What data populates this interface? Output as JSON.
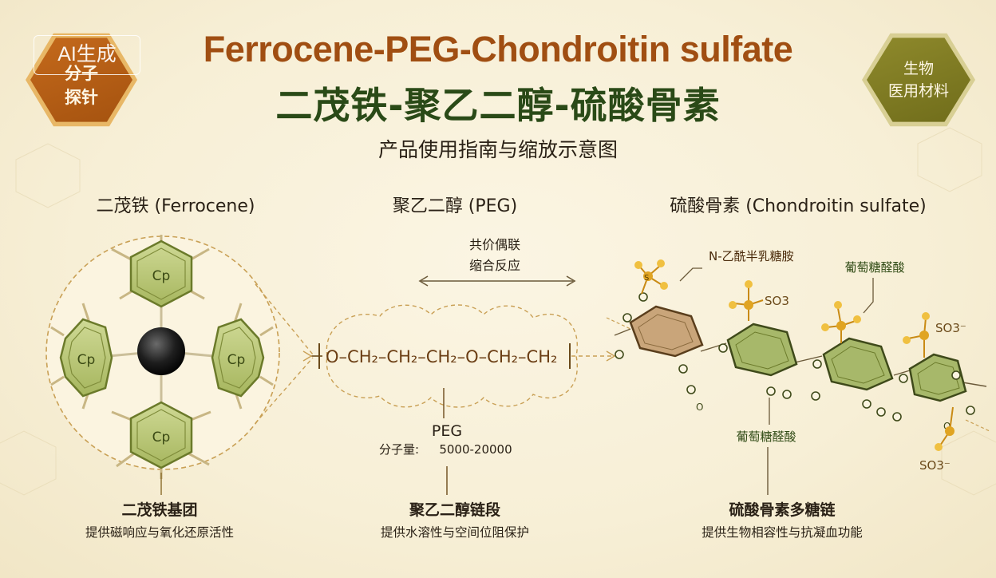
{
  "header": {
    "title_en": "Ferrocene-PEG-Chondroitin sulfate",
    "title_cn": "二茂铁-聚乙二醇-硫酸骨素",
    "subtitle": "产品使用指南与缩放示意图"
  },
  "badges": {
    "left_line1": "分子",
    "left_line2": "探针",
    "right_line1": "生物",
    "right_line2": "医用材料",
    "watermark": "AI生成"
  },
  "sections": {
    "ferrocene_title": "二茂铁 (Ferrocene)",
    "peg_title": "聚乙二醇 (PEG)",
    "cs_title": "硫酸骨素 (Chondroitin sulfate)"
  },
  "ferrocene": {
    "ring_label": "Cp",
    "caption_title": "二茂铁基团",
    "caption_desc": "提供磁响应与氧化还原活性"
  },
  "peg": {
    "reaction_line1": "共价偶联",
    "reaction_line2": "缩合反应",
    "chain_text": "O–CH₂–CH₂–CH₂–O–CH₂–CH₂",
    "label": "PEG",
    "mw_label": "分子量:",
    "mw_value": "5000-20000",
    "caption_title": "聚乙二醇链段",
    "caption_desc": "提供水溶性与空间位阻保护"
  },
  "chondroitin": {
    "label_nacetyl": "N-乙酰半乳糖胺",
    "label_glucuronic_top": "葡萄糖醛酸",
    "label_glucuronic_bottom": "葡萄糖醛酸",
    "so3": "SO3",
    "so3_minus": "SO3⁻",
    "atom_o": "O",
    "atom_s": "S",
    "caption_title": "硫酸骨素多糖链",
    "caption_desc": "提供生物相容性与抗凝血功能"
  },
  "colors": {
    "title_en": "#a04e12",
    "title_cn": "#2a4a17",
    "ring_green": "#b9c77a",
    "ring_stroke": "#6b7a2a",
    "sugar_brown": "#c9a57a",
    "sulfur_gold": "#e0a422",
    "dash_line": "#c9a055",
    "badge_orange": "#b25f16",
    "badge_olive": "#7f7b22"
  }
}
